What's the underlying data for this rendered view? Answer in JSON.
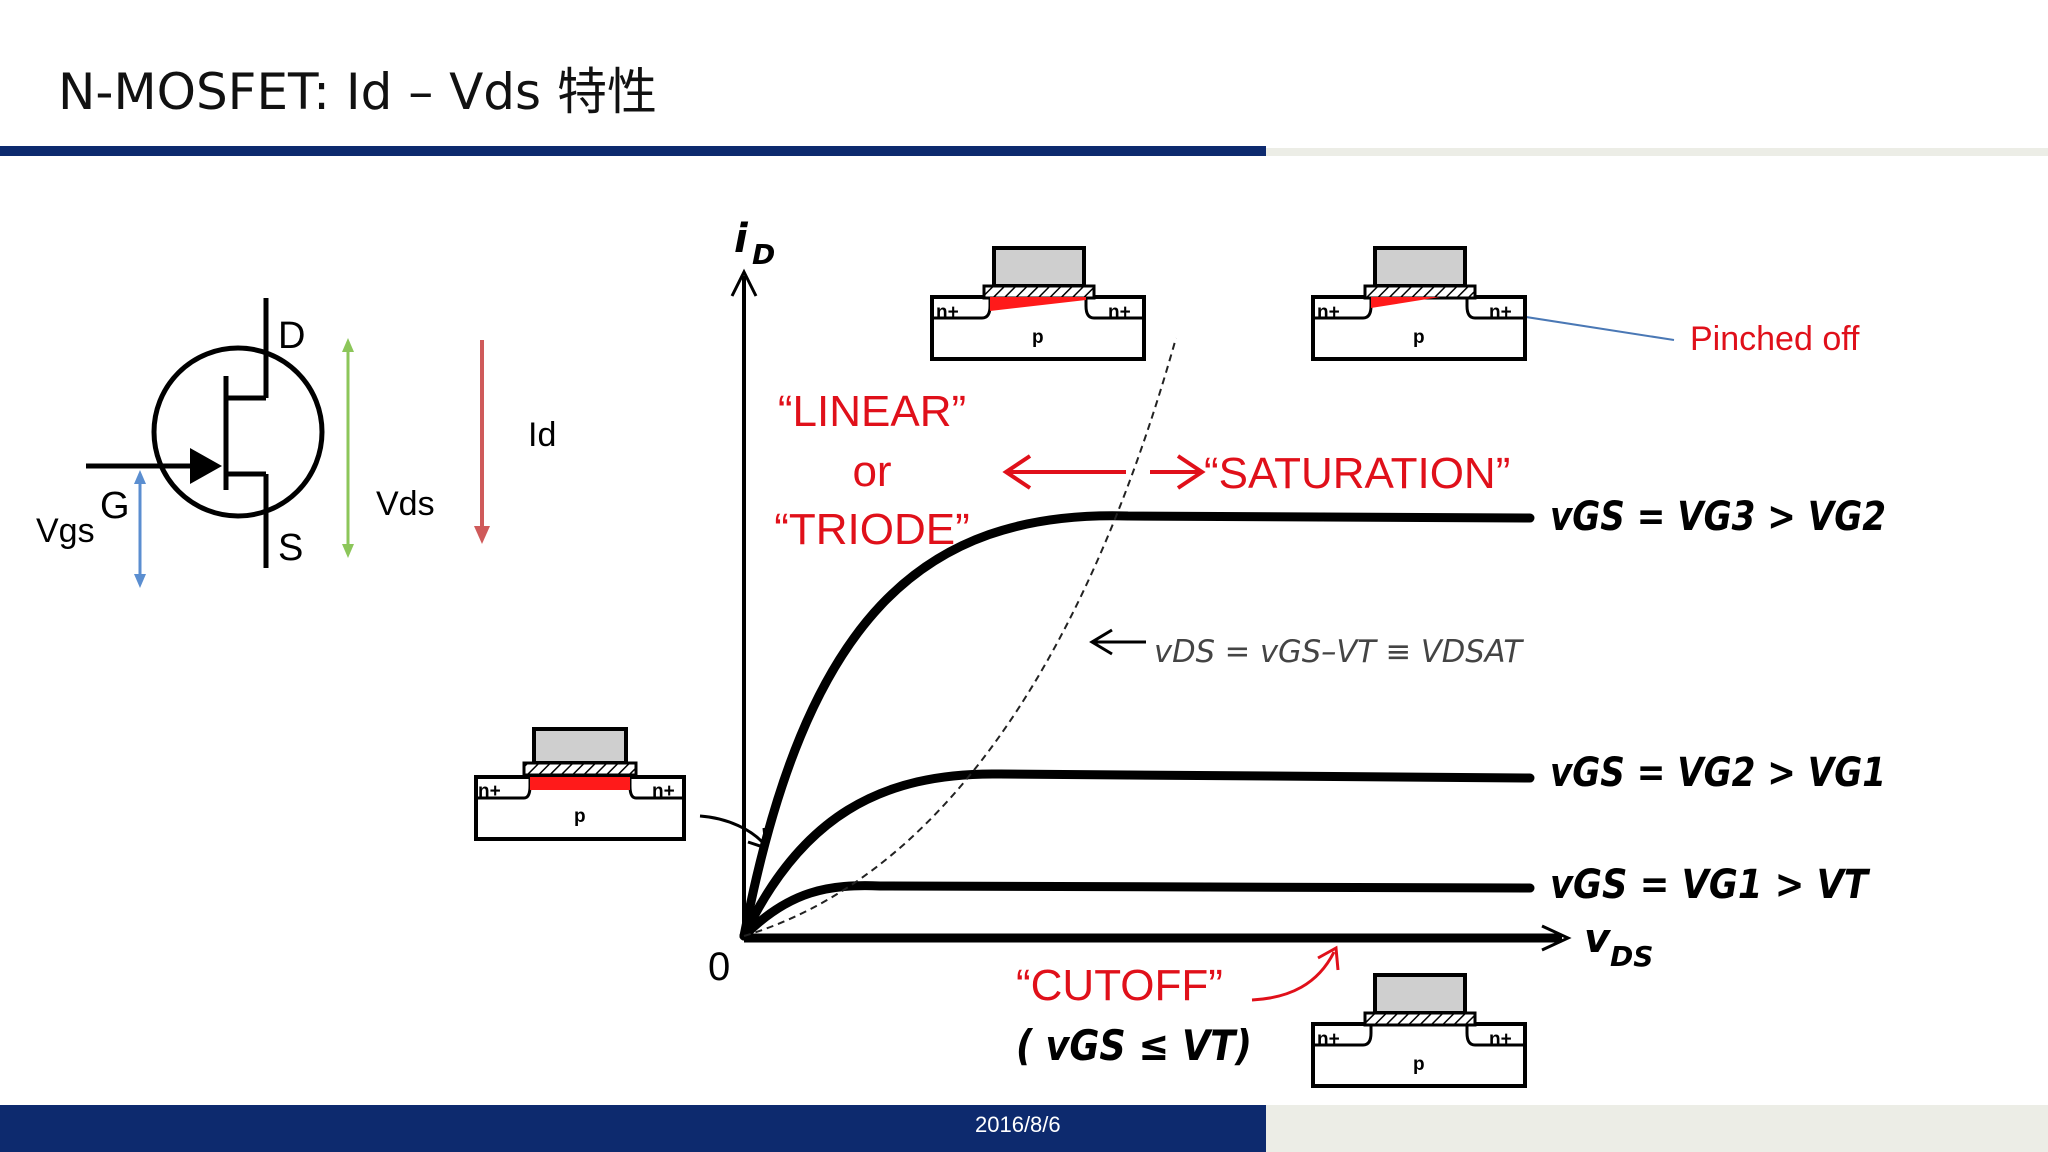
{
  "slide": {
    "title": "N-MOSFET: Id – Vds 特性",
    "date": "2016/8/6"
  },
  "symbol": {
    "drain": "D",
    "gate": "G",
    "source": "S",
    "vgs_label": "Vgs",
    "vds_label": "Vds",
    "id_label": "Id"
  },
  "graph": {
    "y_axis_label": "i",
    "y_axis_sub": "D",
    "x_axis_label": "v",
    "x_axis_sub": "DS",
    "origin": "0",
    "region_linear_1": "“LINEAR”",
    "region_linear_2": "or",
    "region_linear_3": "“TRIODE”",
    "region_saturation": "“SATURATION”",
    "region_cutoff": "“CUTOFF”",
    "cutoff_condition": "( vGS ≤ VT)",
    "vdsat_equation": "vDS = vGS–VT ≡ VDSAT",
    "curve_label_3": "vGS = VG3 > VG2",
    "curve_label_2": "vGS = VG2 > VG1",
    "curve_label_1": "vGS = VG1 > VT",
    "pinched_off": "Pinched off"
  },
  "cross_section": {
    "n_plus": "n+",
    "p": "p"
  },
  "colors": {
    "navy": "#0d2a6e",
    "red_text": "#e0101a",
    "vgs_arrow": "#5b8ed0",
    "vds_arrow": "#8cc65a",
    "id_arrow": "#cf5a5a"
  }
}
